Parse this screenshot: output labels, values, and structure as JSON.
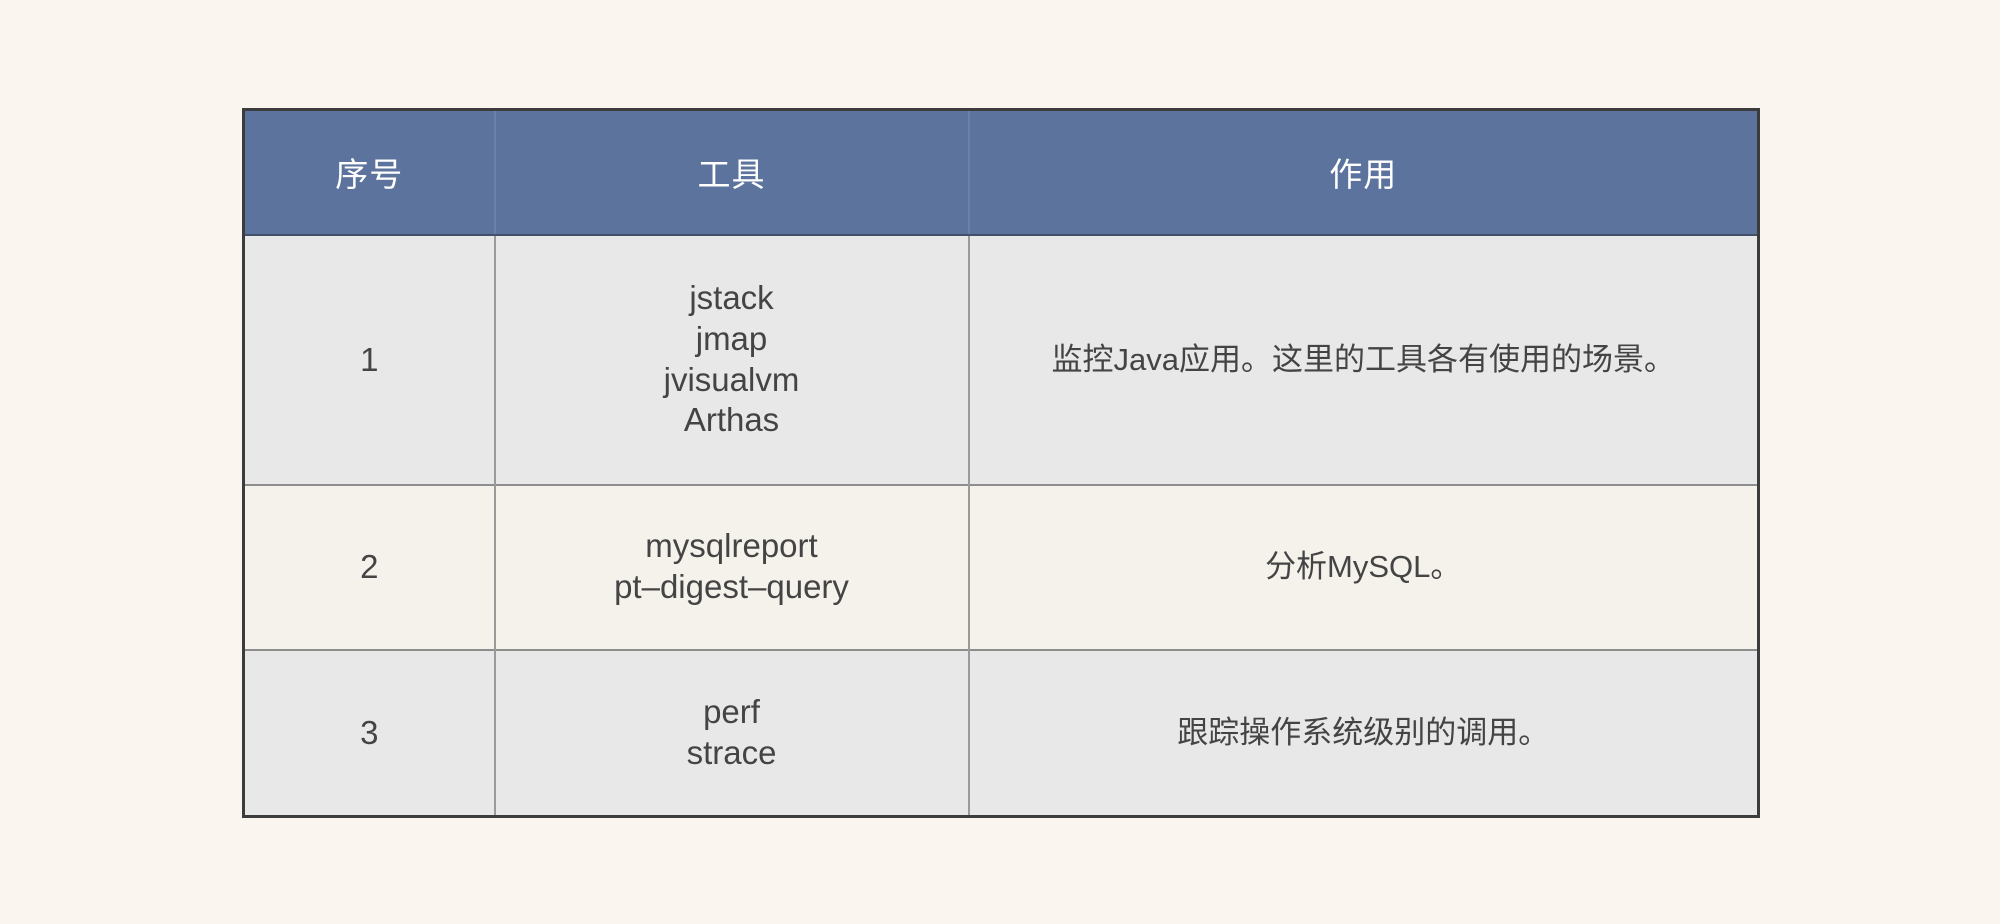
{
  "page": {
    "background_color": "#fbf5ef",
    "header_color": "#5c739e",
    "row_gray_color": "#e8e8e8",
    "row_cream_color": "#f5f2ec",
    "border_color": "#3c3c3c"
  },
  "table": {
    "headers": {
      "index": "序号",
      "tool": "工具",
      "role": "作用"
    },
    "rows": [
      {
        "index": "1",
        "tools": [
          "jstack",
          "jmap",
          "jvisualvm",
          "Arthas"
        ],
        "role": "监控Java应用。这里的工具各有使用的场景。"
      },
      {
        "index": "2",
        "tools": [
          "mysqlreport",
          "pt–digest–query"
        ],
        "role": "分析MySQL。"
      },
      {
        "index": "3",
        "tools": [
          "perf",
          "strace"
        ],
        "role": "跟踪操作系统级别的调用。"
      }
    ]
  }
}
